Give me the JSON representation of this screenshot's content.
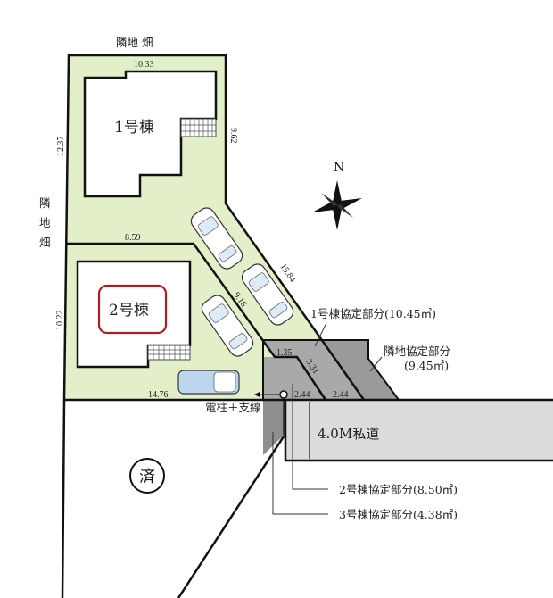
{
  "colors": {
    "lot_green": "#e3efc9",
    "agreement_gray": "#a9a9a9",
    "agreement_dark": "#8f8f8f",
    "road_gray": "#dcdcdc",
    "highlight_red": "#b01c24"
  },
  "labels": {
    "neighbor_top": "隣地 畑",
    "neighbor_left": [
      "隣",
      "地",
      "畑"
    ],
    "building1": "1号棟",
    "building2": "2号棟",
    "sold_mark": "済",
    "north": "N",
    "road": "4.0M私道",
    "pole": "電柱＋支線",
    "agreement1": "1号棟協定部分(10.45㎡)",
    "agreement_neighbor_1": "隣地協定部分",
    "agreement_neighbor_2": "(9.45㎡)",
    "agreement2": "2号棟協定部分(8.50㎡)",
    "agreement3": "3号棟協定部分(4.38㎡)"
  },
  "dimensions": {
    "lot1_top": "10.33",
    "lot1_left": "12.37",
    "lot1_right": "9.62",
    "lot1_diagonal": "15.84",
    "lot2_top": "8.59",
    "lot2_left": "10.22",
    "lot2_diagonal": "9.16",
    "lot2_bottom": "14.76",
    "step": "1.35",
    "access_diagonal": "3.31",
    "frontage_2": "2.44",
    "frontage_1": "2.44"
  }
}
